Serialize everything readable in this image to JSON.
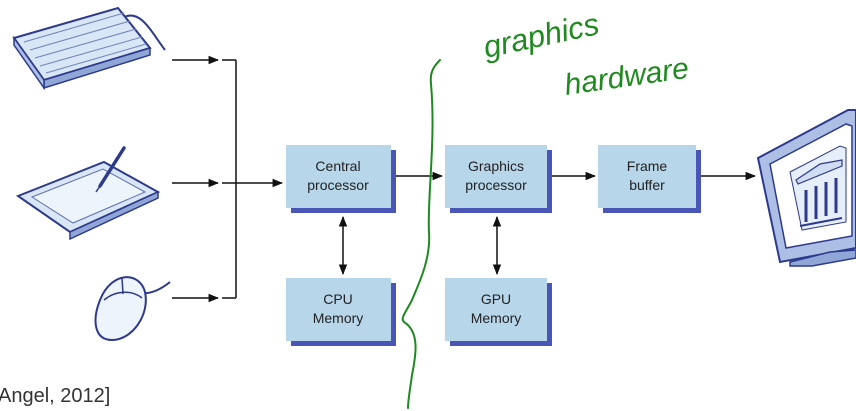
{
  "diagram": {
    "boxes": {
      "central_processor": {
        "line1": "Central",
        "line2": "processor"
      },
      "graphics_processor": {
        "line1": "Graphics",
        "line2": "processor"
      },
      "frame_buffer": {
        "line1": "Frame",
        "line2": "buffer"
      },
      "cpu_memory": {
        "line1": "CPU",
        "line2": "Memory"
      },
      "gpu_memory": {
        "line1": "GPU",
        "line2": "Memory"
      }
    },
    "input_devices": [
      "keyboard-icon",
      "tablet-stylus-icon",
      "mouse-icon"
    ],
    "output_device": "monitor-icon",
    "citation": "Angel, 2012]",
    "handwritten_note": {
      "line1": "graphics",
      "line2": "hardware"
    },
    "colors": {
      "box_fill": "#b8d6ea",
      "box_shadow": "#4a55b8",
      "device_outline": "#2d3a8c",
      "device_fill": "#d9e6f5",
      "annotation_ink": "#1f8a1f",
      "arrow": "#111111"
    }
  }
}
